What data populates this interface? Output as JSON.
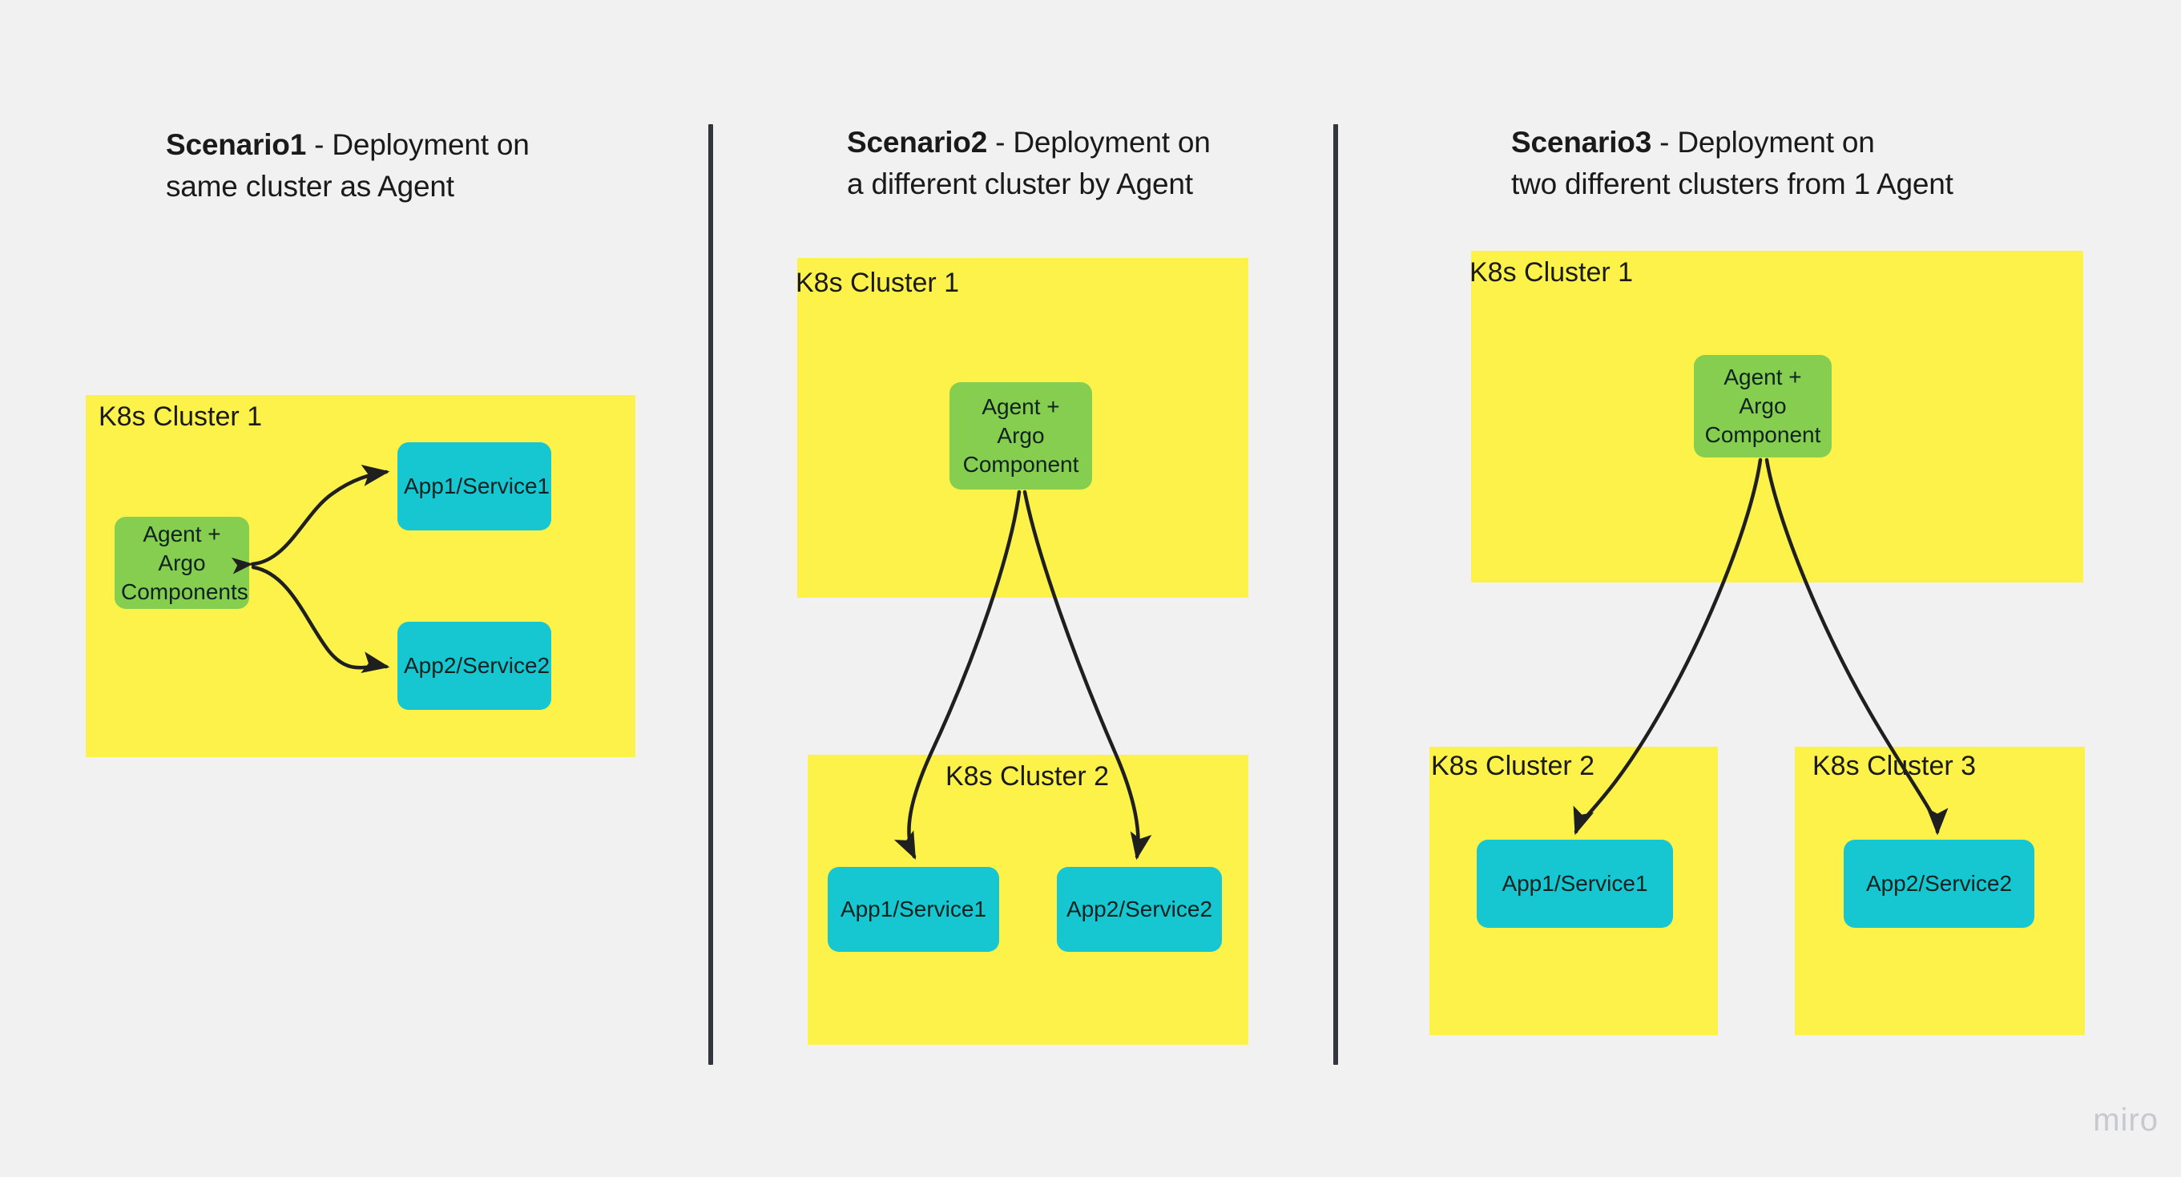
{
  "board": {
    "background_color": "#f1f1f1",
    "watermark": "miro"
  },
  "palette": {
    "cluster_yellow": "#fcf24a",
    "agent_green": "#85ce50",
    "app_cyan": "#16c6d1",
    "connector_black": "#1f1f1f",
    "divider_gray": "#33363a",
    "text_black": "#1a1a1a",
    "watermark_gray": "#c8c9d0"
  },
  "scenarios": [
    {
      "id": "scenario1",
      "title_strong": "Scenario1",
      "title_rest": " - Deployment on",
      "title_line2": "same cluster as Agent",
      "clusters": [
        {
          "id": "s1-cluster1",
          "label": "K8s Cluster 1"
        }
      ],
      "nodes": [
        {
          "id": "s1-agent",
          "label": "Agent + Argo\nComponents",
          "type": "agent"
        },
        {
          "id": "s1-app1",
          "label": "App1/Service1",
          "type": "app"
        },
        {
          "id": "s1-app2",
          "label": "App2/Service2",
          "type": "app"
        }
      ],
      "edges": [
        {
          "from": "s1-agent",
          "to": "s1-app1"
        },
        {
          "from": "s1-agent",
          "to": "s1-app2"
        }
      ]
    },
    {
      "id": "scenario2",
      "title_strong": "Scenario2",
      "title_rest": " - Deployment on",
      "title_line2": "a different cluster by Agent",
      "clusters": [
        {
          "id": "s2-cluster1",
          "label": "K8s Cluster 1"
        },
        {
          "id": "s2-cluster2",
          "label": "K8s Cluster 2"
        }
      ],
      "nodes": [
        {
          "id": "s2-agent",
          "label": "Agent +\nArgo\nComponent",
          "type": "agent"
        },
        {
          "id": "s2-app1",
          "label": "App1/Service1",
          "type": "app"
        },
        {
          "id": "s2-app2",
          "label": "App2/Service2",
          "type": "app"
        }
      ],
      "edges": [
        {
          "from": "s2-agent",
          "to": "s2-app1"
        },
        {
          "from": "s2-agent",
          "to": "s2-app2"
        }
      ]
    },
    {
      "id": "scenario3",
      "title_strong": "Scenario3",
      "title_rest": " - Deployment on",
      "title_line2": "two different clusters from 1 Agent",
      "clusters": [
        {
          "id": "s3-cluster1",
          "label": "K8s Cluster 1"
        },
        {
          "id": "s3-cluster2",
          "label": "K8s Cluster 2"
        },
        {
          "id": "s3-cluster3",
          "label": "K8s Cluster 3"
        }
      ],
      "nodes": [
        {
          "id": "s3-agent",
          "label": "Agent +\nArgo\nComponent",
          "type": "agent"
        },
        {
          "id": "s3-app1",
          "label": "App1/Service1",
          "type": "app"
        },
        {
          "id": "s3-app2",
          "label": "App2/Service2",
          "type": "app"
        }
      ],
      "edges": [
        {
          "from": "s3-agent",
          "to": "s3-app1"
        },
        {
          "from": "s3-agent",
          "to": "s3-app2"
        }
      ]
    }
  ]
}
